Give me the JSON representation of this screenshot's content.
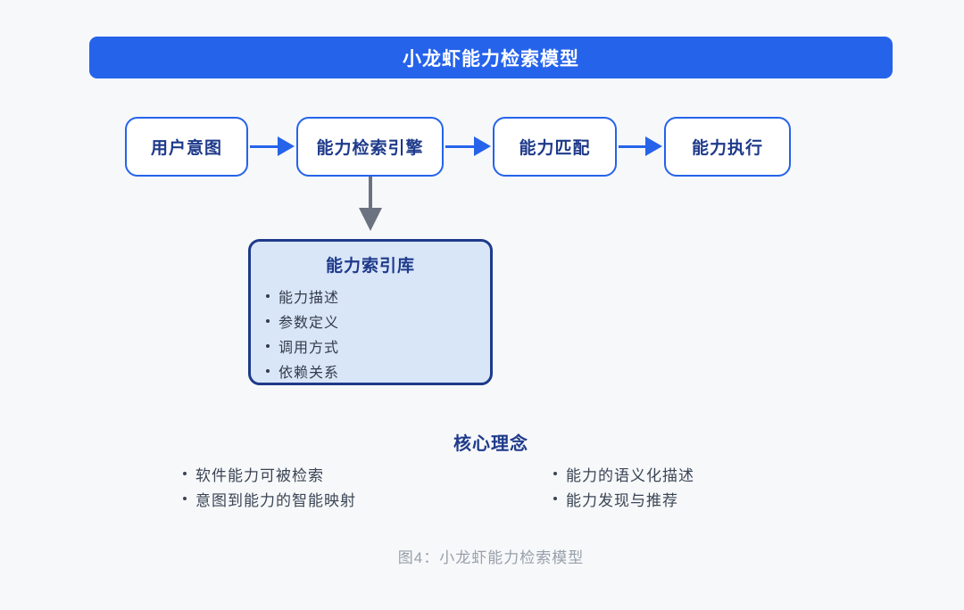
{
  "header": {
    "title": "小龙虾能力检索模型"
  },
  "flow": {
    "steps": [
      {
        "label": "用户意图"
      },
      {
        "label": "能力检索引擎"
      },
      {
        "label": "能力匹配"
      },
      {
        "label": "能力执行"
      }
    ]
  },
  "index_box": {
    "title": "能力索引库",
    "items": [
      "能力描述",
      "参数定义",
      "调用方式",
      "依赖关系"
    ]
  },
  "core_concept": {
    "title": "核心理念",
    "left_items": [
      "软件能力可被检索",
      "意图到能力的智能映射"
    ],
    "right_items": [
      "能力的语义化描述",
      "能力发现与推荐"
    ]
  },
  "caption": "图4：小龙虾能力检索模型",
  "colors": {
    "primary_blue": "#2563eb",
    "dark_navy": "#1e3a8a",
    "index_fill": "#d9e6f8",
    "arrow_gray": "#6b7280",
    "body_text": "#3a4554",
    "caption_gray": "#98a0ab",
    "page_bg": "#f7f8fa"
  }
}
